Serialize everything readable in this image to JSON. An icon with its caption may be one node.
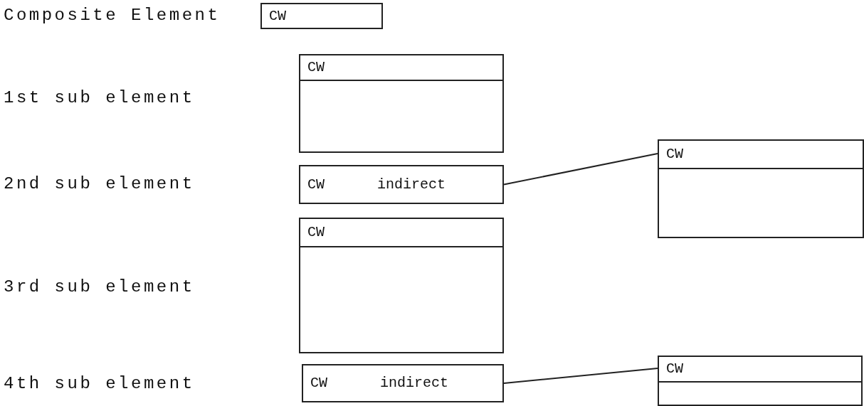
{
  "diagram": {
    "nodes": [
      {
        "text": [
          "CW"
        ]
      },
      {
        "text": [
          "CW"
        ]
      },
      {
        "text": [
          "CW",
          "indirect"
        ]
      },
      {
        "text": [
          "CW"
        ]
      },
      {
        "text": [
          "CW"
        ]
      },
      {
        "text": [
          "CW",
          "indirect"
        ]
      },
      {
        "text": [
          "CW"
        ]
      }
    ],
    "edges": [
      {
        "from": 2,
        "to": 3,
        "arrow": "none"
      },
      {
        "from": 5,
        "to": 6,
        "arrow": "none"
      }
    ],
    "labels": [
      "Composite Element",
      "1st sub element",
      "2nd sub element",
      "3rd sub element",
      "4th sub element"
    ]
  }
}
